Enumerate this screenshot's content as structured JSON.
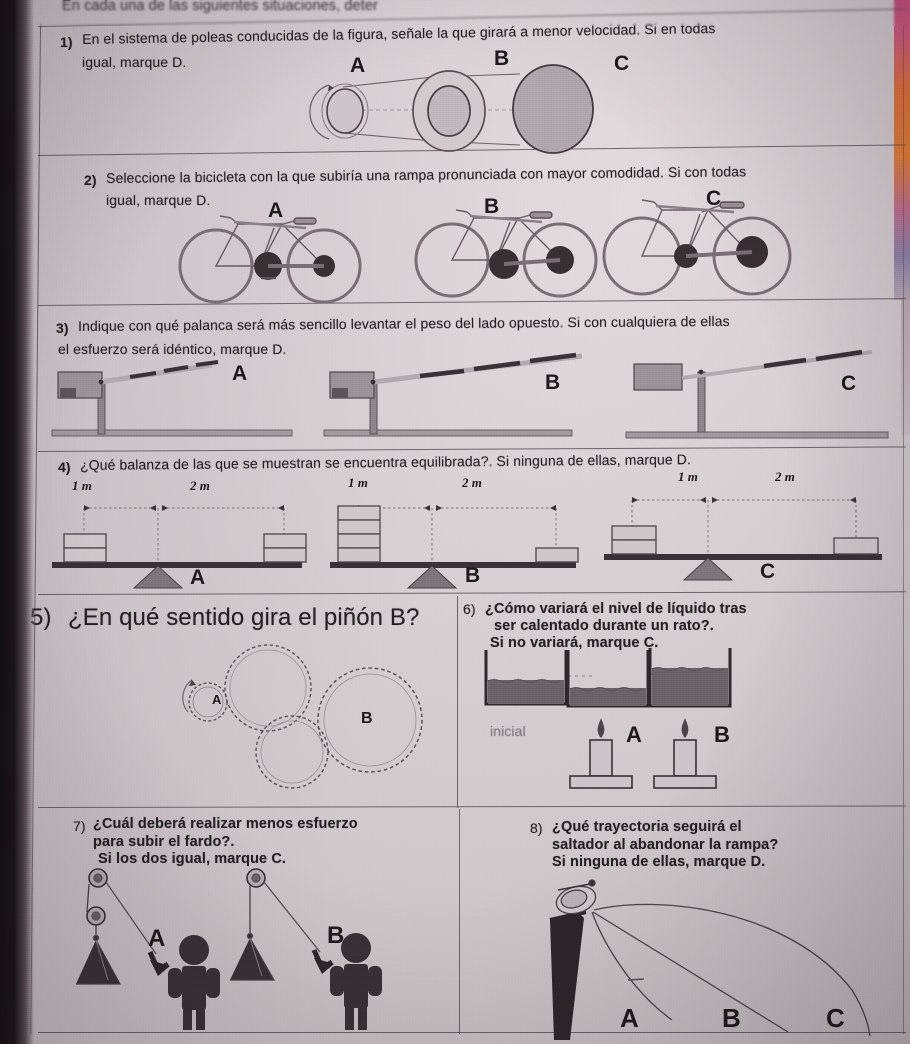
{
  "document": {
    "language": "es",
    "header_partial": "En cada una de las siguientes situaciones, deter",
    "page_type": "physics-worksheet"
  },
  "questions": [
    {
      "id": "q1",
      "number": "1)",
      "line1": "En el sistema de poleas conducidas de la figura, señale la que girará a menor velocidad. Si en todas",
      "line2": "igual, marque D.",
      "figure": "pulley-system",
      "options": [
        "A",
        "B",
        "C"
      ]
    },
    {
      "id": "q2",
      "number": "2)",
      "line1": "Seleccione la bicicleta con la que subiría una rampa pronunciada con mayor comodidad. Si con todas",
      "line2": "igual, marque D.",
      "figure": "bicycles",
      "options": [
        "A",
        "B",
        "C"
      ]
    },
    {
      "id": "q3",
      "number": "3)",
      "line1": "Indique con qué palanca será más sencillo levantar el peso del lado opuesto. Si con cualquiera de ellas",
      "line2": "el esfuerzo será idéntico, marque D.",
      "figure": "levers",
      "options": [
        "A",
        "B",
        "C"
      ]
    },
    {
      "id": "q4",
      "number": "4)",
      "line1": "¿Qué balanza de las que se muestran se encuentra equilibrada?. Si ninguna de ellas, marque D.",
      "line2": "",
      "figure": "balances",
      "options": [
        "A",
        "B",
        "C"
      ],
      "balances": [
        {
          "label": "A",
          "left_dist": "1 m",
          "right_dist": "2 m",
          "left_blocks": 2,
          "right_blocks": 2
        },
        {
          "label": "B",
          "left_dist": "1 m",
          "right_dist": "2 m",
          "left_blocks": 4,
          "right_blocks": 1
        },
        {
          "label": "C",
          "left_dist": "1 m",
          "right_dist": "2 m",
          "left_blocks": 2,
          "right_blocks": 1
        }
      ]
    },
    {
      "id": "q5",
      "number": "5)",
      "line1": "¿En qué sentido gira el piñón B?",
      "line2": "",
      "figure": "gear-train",
      "gear_labels": [
        "A",
        "B"
      ]
    },
    {
      "id": "q6",
      "number": "6)",
      "line1": "¿Cómo variará el nivel de líquido tras",
      "line2": "ser calentado durante un rato?.",
      "line3": "Si no variará, marque C.",
      "figure": "heated-beakers",
      "initial_label": "inicial",
      "options": [
        "A",
        "B"
      ]
    },
    {
      "id": "q7",
      "number": "7)",
      "line1": "¿Cuál deberá realizar menos esfuerzo",
      "line2": "para subir el fardo?.",
      "line3": "Si los dos igual, marque C.",
      "figure": "pulley-lifting",
      "options": [
        "A",
        "B"
      ]
    },
    {
      "id": "q8",
      "number": "8)",
      "line1": "¿Qué trayectoria seguirá el",
      "line2": "saltador al abandonar la rampa?",
      "line3": "Si ninguna de ellas, marque D.",
      "figure": "ski-jump-trajectories",
      "options": [
        "A",
        "B",
        "C"
      ]
    }
  ],
  "colors": {
    "paper": "#ded6d9",
    "ink": "#241f23",
    "rule": "#5b5257",
    "fill_gray": "#b9b2b6",
    "fill_dark": "#5d565b"
  }
}
